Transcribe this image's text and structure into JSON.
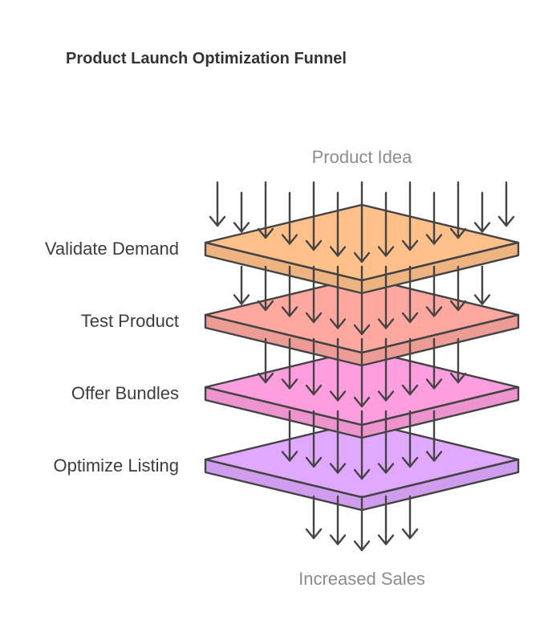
{
  "title": "Product Launch Optimization Funnel",
  "input_label": "Product Idea",
  "output_label": "Increased Sales",
  "stages": [
    {
      "label": "Validate Demand",
      "color": "#ffc08a"
    },
    {
      "label": "Test Product",
      "color": "#ffa8a0"
    },
    {
      "label": "Offer Bundles",
      "color": "#ff9ede"
    },
    {
      "label": "Optimize Listing",
      "color": "#e0a8ff"
    }
  ],
  "stroke_color": "#444444"
}
